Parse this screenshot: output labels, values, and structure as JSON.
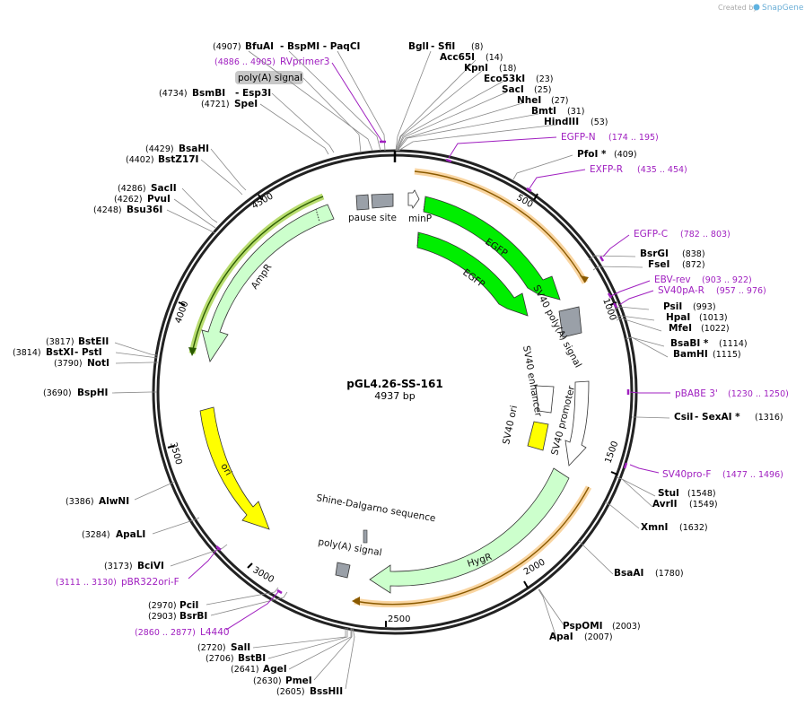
{
  "watermark": {
    "prefix": "Created by",
    "brand": "SnapGene"
  },
  "plasmid": {
    "name": "pGL4.26-SS-161",
    "size_label": "4937 bp",
    "length": 4937
  },
  "ticks": [
    "500",
    "1000",
    "1500",
    "2000",
    "2500",
    "3000",
    "3500",
    "4000",
    "4500"
  ],
  "sites": [
    {
      "name": "BglI",
      "extra": " - SfiI",
      "pos": "(8)"
    },
    {
      "name": "Acc65I",
      "pos": "(14)"
    },
    {
      "name": "KpnI",
      "pos": "(18)"
    },
    {
      "name": "Eco53kI",
      "pos": "(23)"
    },
    {
      "name": "SacI",
      "pos": "(25)"
    },
    {
      "name": "NheI",
      "pos": "(27)"
    },
    {
      "name": "BmtI",
      "pos": "(31)"
    },
    {
      "name": "HindIII",
      "pos": "(53)"
    },
    {
      "name": "PfoI *",
      "pos": "(409)"
    },
    {
      "name": "BsrGI",
      "pos": "(838)"
    },
    {
      "name": "FseI",
      "pos": "(872)"
    },
    {
      "name": "PsiI",
      "pos": "(993)"
    },
    {
      "name": "HpaI",
      "pos": "(1013)"
    },
    {
      "name": "MfeI",
      "pos": "(1022)"
    },
    {
      "name": "BsaBI *",
      "pos": "(1114)"
    },
    {
      "name": "BamHI",
      "pos": "(1115)"
    },
    {
      "name": "CsiI",
      "extra": " - SexAI *",
      "pos": "(1316)"
    },
    {
      "name": "StuI",
      "pos": "(1548)"
    },
    {
      "name": "AvrII",
      "pos": "(1549)"
    },
    {
      "name": "XmnI",
      "pos": "(1632)"
    },
    {
      "name": "BsaAI",
      "pos": "(1780)"
    },
    {
      "name": "PspOMI",
      "pos": "(2003)"
    },
    {
      "name": "ApaI",
      "pos": "(2007)"
    },
    {
      "name": "BssHII",
      "pos": "(2605)"
    },
    {
      "name": "PmeI",
      "pos": "(2630)"
    },
    {
      "name": "AgeI",
      "pos": "(2641)"
    },
    {
      "name": "BstBI",
      "pos": "(2706)"
    },
    {
      "name": "SalI",
      "pos": "(2720)"
    },
    {
      "name": "BsrBI",
      "pos": "(2903)"
    },
    {
      "name": "PciI",
      "pos": "(2970)"
    },
    {
      "name": "BciVI",
      "pos": "(3173)"
    },
    {
      "name": "ApaLI",
      "pos": "(3284)"
    },
    {
      "name": "AlwNI",
      "pos": "(3386)"
    },
    {
      "name": "BspHI",
      "pos": "(3690)"
    },
    {
      "name": "NotI",
      "pos": "(3790)"
    },
    {
      "name": "BstXI",
      "extra": " - PstI",
      "pos": "(3814)"
    },
    {
      "name": "BstEII",
      "pos": "(3817)"
    },
    {
      "name": "Bsu36I",
      "pos": "(4248)"
    },
    {
      "name": "PvuI",
      "pos": "(4262)"
    },
    {
      "name": "SacII",
      "pos": "(4286)"
    },
    {
      "name": "BstZ17I",
      "pos": "(4402)"
    },
    {
      "name": "BsaHI",
      "pos": "(4429)"
    },
    {
      "name": "SpeI",
      "pos": "(4721)"
    },
    {
      "name": "BsmBI",
      "extra": " - Esp3I",
      "pos": "(4734)"
    },
    {
      "name": "BfuAI",
      "extra": " - BspMI  - PaqCI",
      "pos": "(4907)"
    }
  ],
  "primers": [
    {
      "name": "RVprimer3",
      "range": "(4886 .. 4905)"
    },
    {
      "name": "EGFP-N",
      "range": "(174 .. 195)"
    },
    {
      "name": "EXFP-R",
      "range": "(435 .. 454)"
    },
    {
      "name": "EGFP-C",
      "range": "(782 .. 803)"
    },
    {
      "name": "EBV-rev",
      "range": "(903 .. 922)"
    },
    {
      "name": "SV40pA-R",
      "range": "(957 .. 976)"
    },
    {
      "name": "pBABE 3'",
      "range": "(1230 .. 1250)"
    },
    {
      "name": "SV40pro-F",
      "range": "(1477 .. 1496)"
    },
    {
      "name": "L4440",
      "range": "(2860 .. 2877)"
    },
    {
      "name": "pBR322ori-F",
      "range": "(3111 .. 3130)"
    }
  ],
  "features": {
    "egfp1": "EGFP",
    "egfp2": "EGFP",
    "sv40_polya": "SV40 poly(A) signal",
    "sv40_enhancer": "SV40 enhancer",
    "sv40_ori": "SV40 ori",
    "sv40_promoter": "SV40 promoter",
    "hygr": "HygR",
    "shine": "Shine-Dalgarno sequence",
    "polya": "poly(A) signal",
    "ori": "ori",
    "ampr": "AmpR",
    "pause_site": "pause site",
    "minp": "minP",
    "polya_top": "poly(A) signal"
  },
  "colors": {
    "primer": "#a020c0",
    "egfp": "#00ee00",
    "light_green": "#ccffcc",
    "ori_yellow": "#ffff00",
    "gray": "#9aa0a8",
    "orf_orange": "#f5b962",
    "orf_green": "#9acd32"
  }
}
